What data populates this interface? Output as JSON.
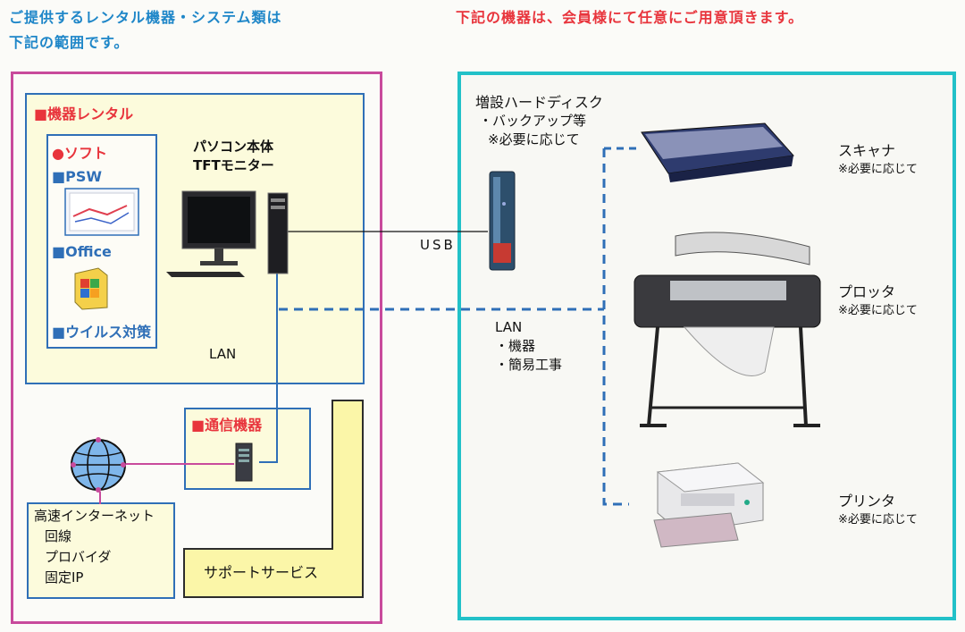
{
  "header": {
    "left_line1": "ご提供するレンタル機器・システム類は",
    "left_line2": "下記の範囲です。",
    "right": "下記の機器は、会員様にて任意にご用意頂きます。"
  },
  "left": {
    "rental_title": "■機器レンタル",
    "soft_title": "●ソフト",
    "psw": "■PSW",
    "office": "■Office",
    "antivirus": "■ウイルス対策",
    "pc_line1": "パソコン本体",
    "pc_line2": "TFTモニター",
    "lan": "LAN",
    "comm_title": "■通信機器",
    "internet_lines": [
      "高速インターネット",
      "回線",
      "プロバイダ",
      "固定IP"
    ],
    "support": "サポートサービス"
  },
  "right": {
    "hdd_title": "増設ハードディスク",
    "hdd_sub1": "・バックアップ等",
    "hdd_sub2": "※必要に応じて",
    "usb": "USB",
    "lan_title": "LAN",
    "lan_sub1": "・機器",
    "lan_sub2": "・簡易工事",
    "scanner": "スキャナ",
    "scanner_note": "※必要に応じて",
    "plotter": "プロッタ",
    "plotter_note": "※必要に応じて",
    "printer": "プリンタ",
    "printer_note": "※必要に応じて"
  }
}
